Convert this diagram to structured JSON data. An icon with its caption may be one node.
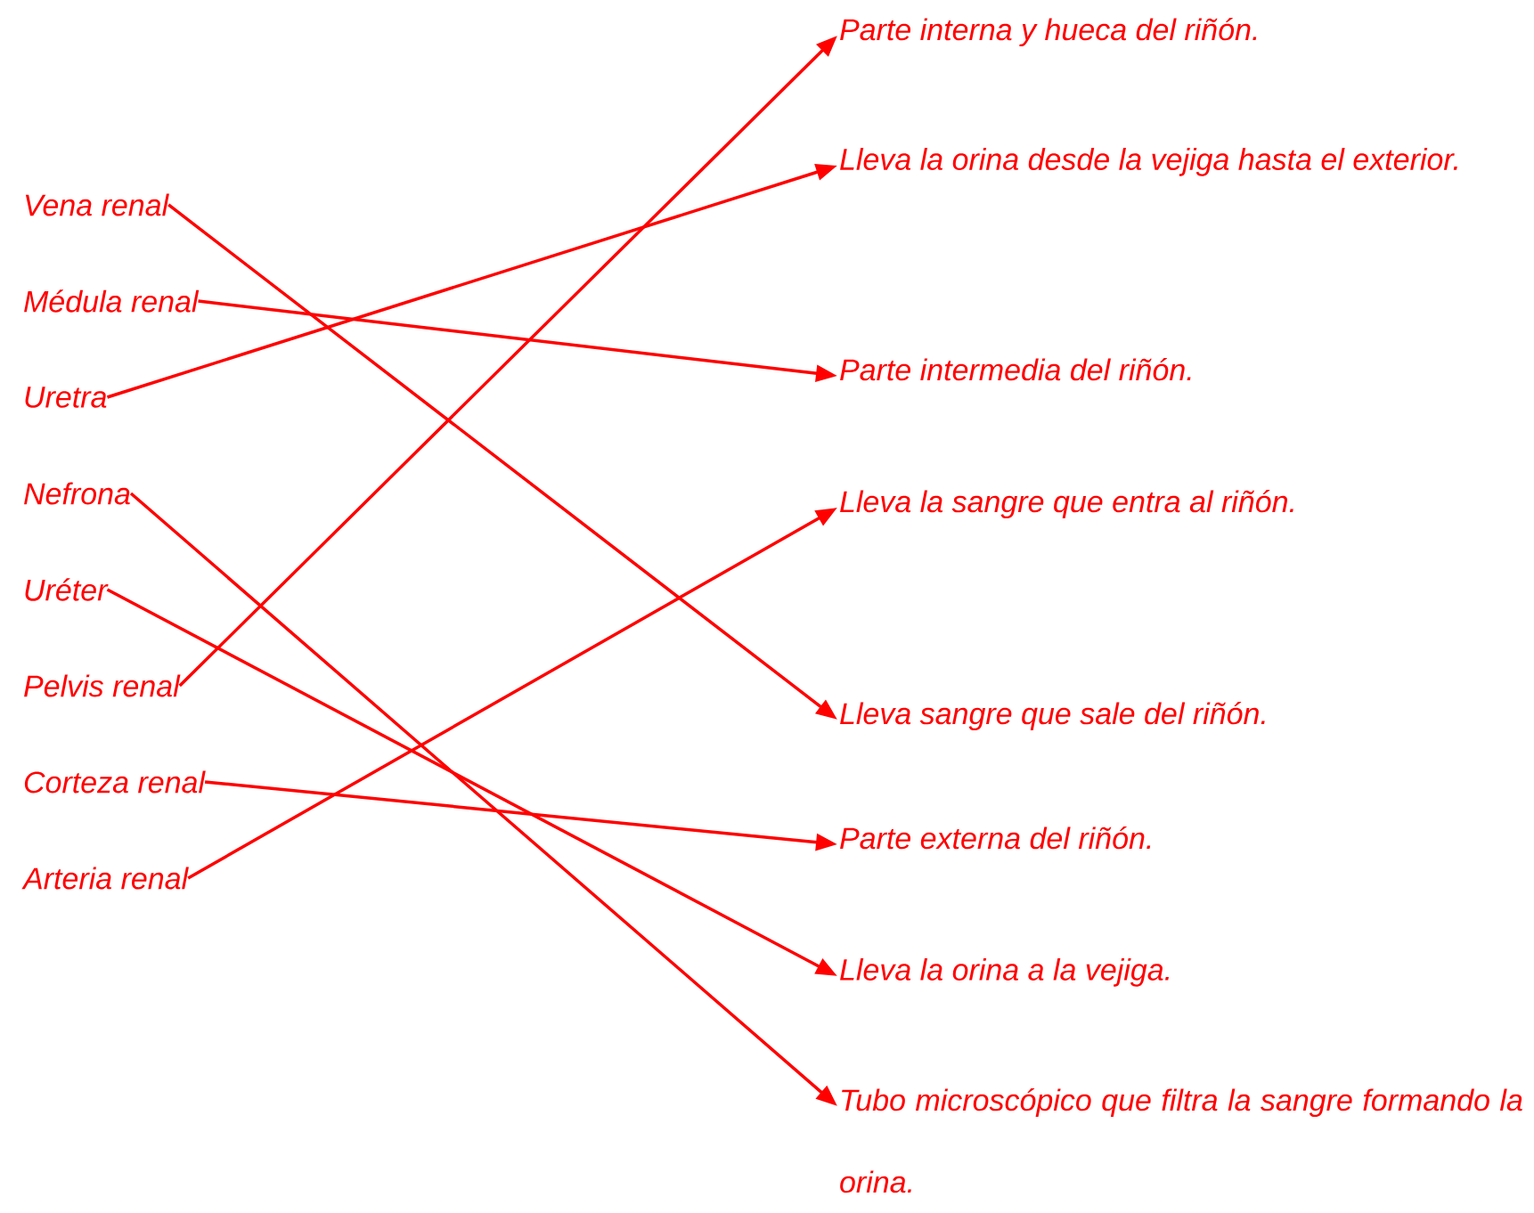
{
  "diagram": {
    "nodes": [
      {
        "text": [
          "Vena renal"
        ]
      },
      {
        "text": [
          "Médula renal"
        ]
      },
      {
        "text": [
          "Uretra"
        ]
      },
      {
        "text": [
          "Nefrona"
        ]
      },
      {
        "text": [
          "Uréter"
        ]
      },
      {
        "text": [
          "Pelvis renal"
        ]
      },
      {
        "text": [
          "Corteza renal"
        ]
      },
      {
        "text": [
          "Arteria renal"
        ]
      },
      {
        "text": [
          "Parte interna y hueca del riñón."
        ]
      },
      {
        "text": [
          "Lleva la orina desde la vejiga hasta el exterior."
        ]
      },
      {
        "text": [
          "Parte intermedia del riñón."
        ]
      },
      {
        "text": [
          "Lleva la sangre que entra al riñón."
        ]
      },
      {
        "text": [
          "Lleva sangre que sale del riñón."
        ]
      },
      {
        "text": [
          "Parte externa del riñón."
        ]
      },
      {
        "text": [
          "Lleva la orina a la vejiga."
        ]
      },
      {
        "text": [
          "Tubo microscópico que filtra la sangre formando la orina."
        ]
      }
    ],
    "edges": [
      {
        "from": 0,
        "to": 12,
        "arrow": "to"
      },
      {
        "from": 1,
        "to": 10,
        "arrow": "to"
      },
      {
        "from": 2,
        "to": 9,
        "arrow": "to"
      },
      {
        "from": 3,
        "to": 15,
        "arrow": "to"
      },
      {
        "from": 4,
        "to": 14,
        "arrow": "to"
      },
      {
        "from": 5,
        "to": 8,
        "arrow": "to"
      },
      {
        "from": 6,
        "to": 13,
        "arrow": "to"
      },
      {
        "from": 7,
        "to": 11,
        "arrow": "to"
      }
    ]
  }
}
